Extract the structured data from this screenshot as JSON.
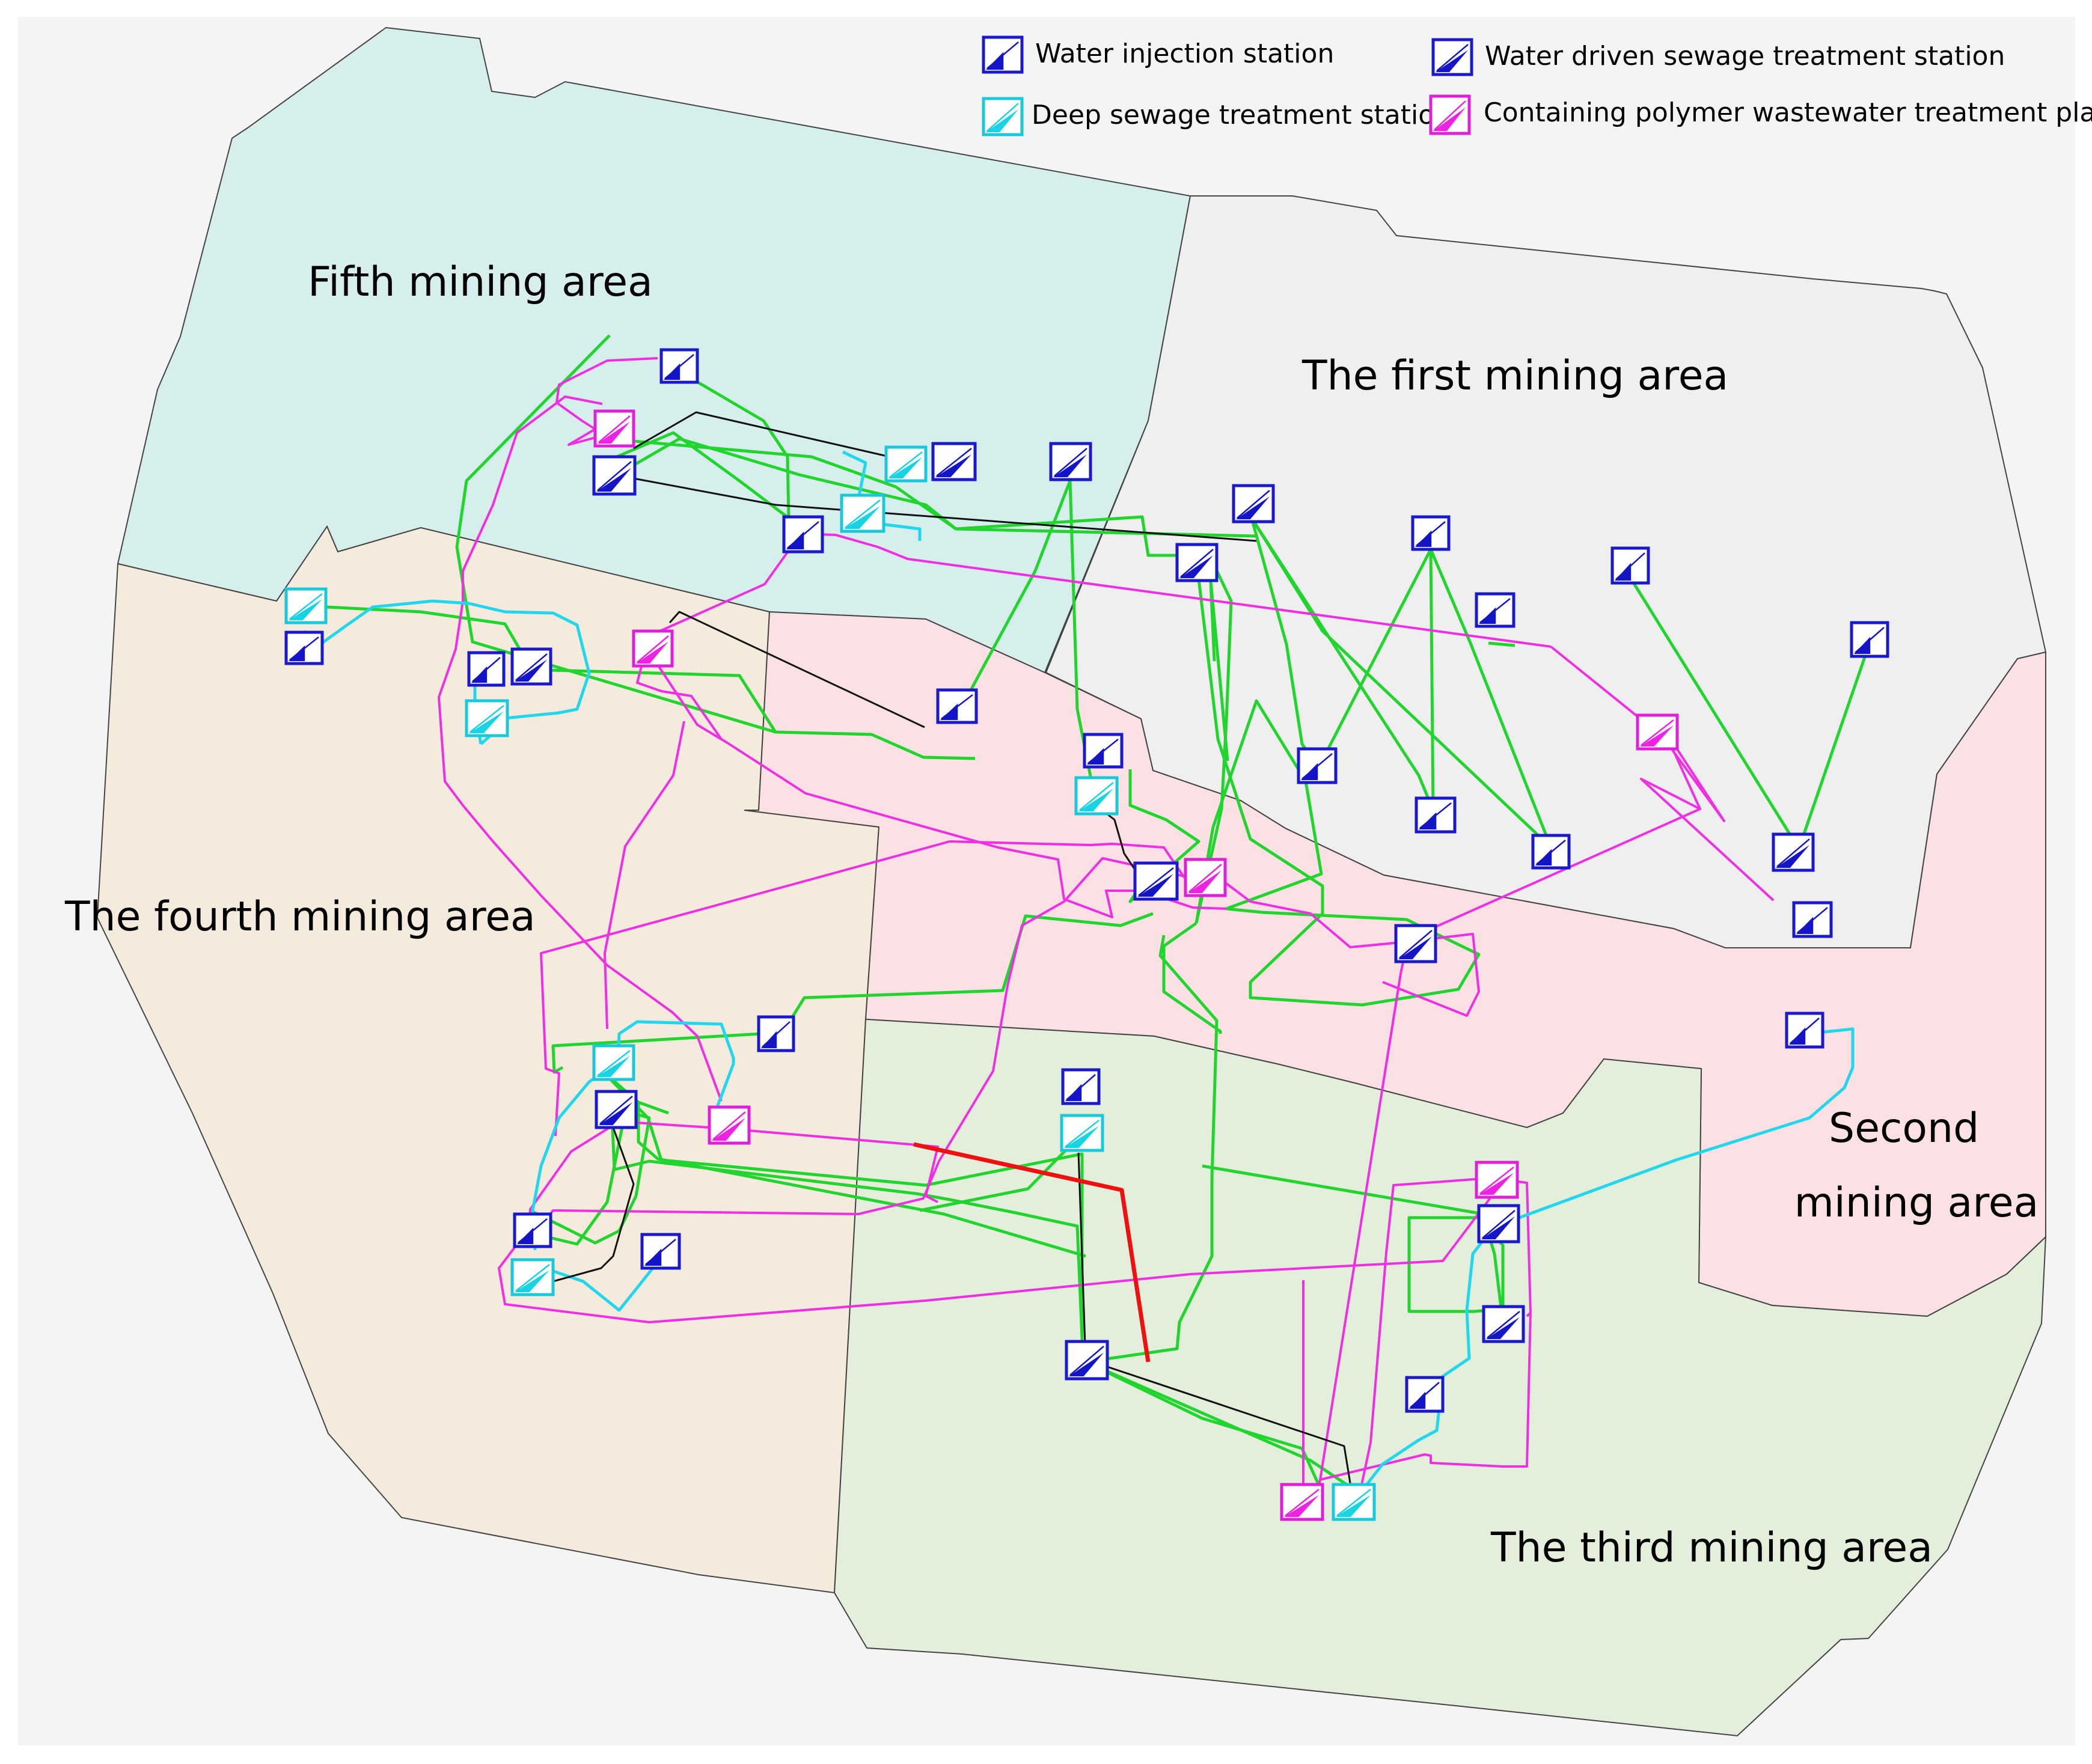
{
  "legend": [
    {
      "type": "water_injection",
      "label": "Water injection station"
    },
    {
      "type": "water_driven",
      "label": "Water driven sewage treatment station"
    },
    {
      "type": "deep_sewage",
      "label": "Deep sewage treatment station"
    },
    {
      "type": "polymer",
      "label": "Containing polymer wastewater treatment plant"
    }
  ],
  "areas": [
    {
      "id": "fifth",
      "label_lines": [
        "Fifth mining area"
      ],
      "fill": "#d7efec"
    },
    {
      "id": "first",
      "label_lines": [
        "The first mining area"
      ],
      "fill": "#efefef"
    },
    {
      "id": "fourth",
      "label_lines": [
        "The fourth mining area"
      ],
      "fill": "#f5ebdd"
    },
    {
      "id": "second",
      "label_lines": [
        "Second",
        "mining area"
      ],
      "fill": "#fbe0e4"
    },
    {
      "id": "third",
      "label_lines": [
        "The third mining area"
      ],
      "fill": "#e3eedb"
    }
  ],
  "station_types": {
    "water_injection": {
      "frame": "#1a1acc",
      "fill": "#1515c8",
      "icon": "water-injection-station-icon"
    },
    "water_driven": {
      "frame": "#1a1acc",
      "fill": "#1515c8",
      "icon": "water-driven-sewage-station-icon"
    },
    "deep_sewage": {
      "frame": "#19c9d9",
      "fill": "#17d3e3",
      "icon": "deep-sewage-station-icon"
    },
    "polymer": {
      "frame": "#e020d8",
      "fill": "#ee22e2",
      "icon": "polymer-wastewater-plant-icon"
    }
  },
  "pipeline_colors": {
    "green": "#22d42e",
    "magenta": "#ee30e2",
    "cyan": "#22d6ec",
    "black": "#111111",
    "red": "#ee1111"
  }
}
